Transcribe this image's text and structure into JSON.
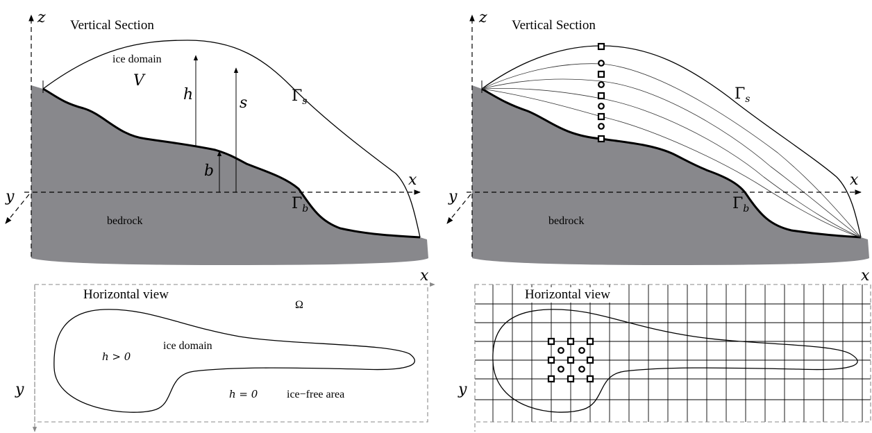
{
  "left_panel": {
    "vertical": {
      "title": "Vertical Section",
      "axis_z": "z",
      "axis_x": "x",
      "axis_y": "y",
      "ice_domain": "ice domain",
      "volume": "V",
      "thickness": "h",
      "surface": "s",
      "bed_elev": "b",
      "gamma_s": "Γ",
      "gamma_s_sub": "s",
      "gamma_b": "Γ",
      "gamma_b_sub": "b",
      "bedrock": "bedrock"
    },
    "horizontal": {
      "title": "Horizontal view",
      "omega": "Ω",
      "ice_domain": "ice domain",
      "h_positive": "h > 0",
      "h_zero": "h = 0",
      "ice_free": "ice−free area",
      "axis_x": "x",
      "axis_y": "y"
    }
  },
  "right_panel": {
    "vertical": {
      "title": "Vertical Section",
      "axis_z": "z",
      "axis_x": "x",
      "axis_y": "y",
      "gamma_s": "Γ",
      "gamma_s_sub": "s",
      "gamma_b": "Γ",
      "gamma_b_sub": "b",
      "bedrock": "bedrock"
    },
    "horizontal": {
      "title": "Horizontal view",
      "axis_x": "x",
      "axis_y": "y"
    }
  }
}
